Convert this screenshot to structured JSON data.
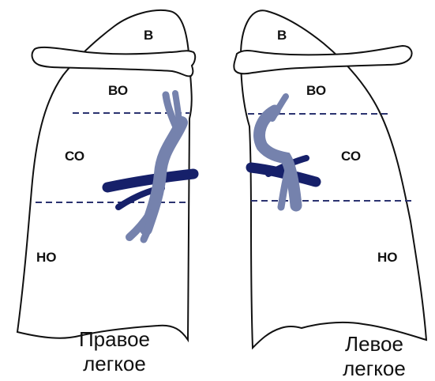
{
  "zones": {
    "apex": "В",
    "upper": "ВО",
    "middle": "СО",
    "lower": "НО"
  },
  "captions": {
    "right_lung": [
      "Правое",
      "легкое"
    ],
    "left_lung": [
      "Левое",
      "легкое"
    ]
  },
  "colors": {
    "outline": "#111111",
    "divider": "#2b3370",
    "vessel_light": "#7582ad",
    "vessel_dark": "#16206a",
    "background": "#ffffff"
  }
}
